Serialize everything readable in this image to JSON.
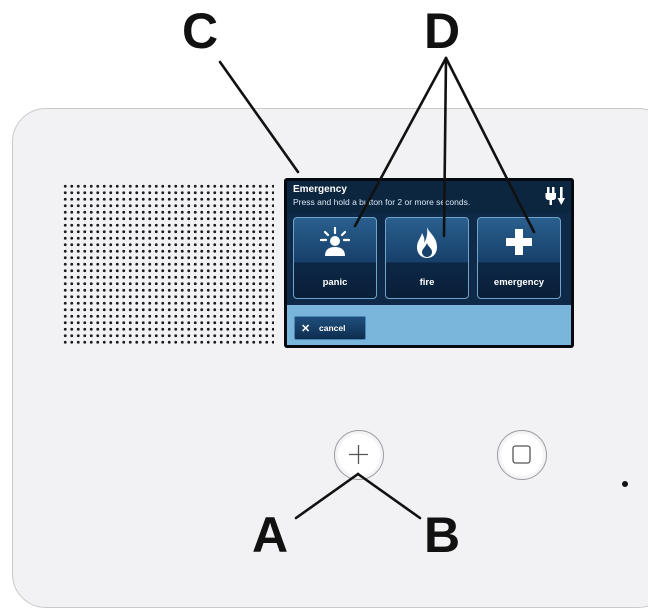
{
  "callouts": {
    "a": "A",
    "b": "B",
    "c": "C",
    "d": "D"
  },
  "screen": {
    "title": "Emergency",
    "subtitle": "Press and hold a button for 2 or more seconds.",
    "status_icon": "plug-arrow-icon",
    "buttons": [
      {
        "label": "panic",
        "icon": "panic-icon"
      },
      {
        "label": "fire",
        "icon": "fire-icon"
      },
      {
        "label": "emergency",
        "icon": "medical-cross-icon"
      }
    ],
    "cancel_label": "cancel"
  },
  "hardware": {
    "left_button_icon": "plus-icon",
    "right_button_icon": "square-icon"
  },
  "colors": {
    "header": "#0d2640",
    "screen_body": "#7ab6dc",
    "button_top": "#2a5f8e",
    "button_bottom": "#0a1f38",
    "device_body": "#f2f2f4"
  }
}
